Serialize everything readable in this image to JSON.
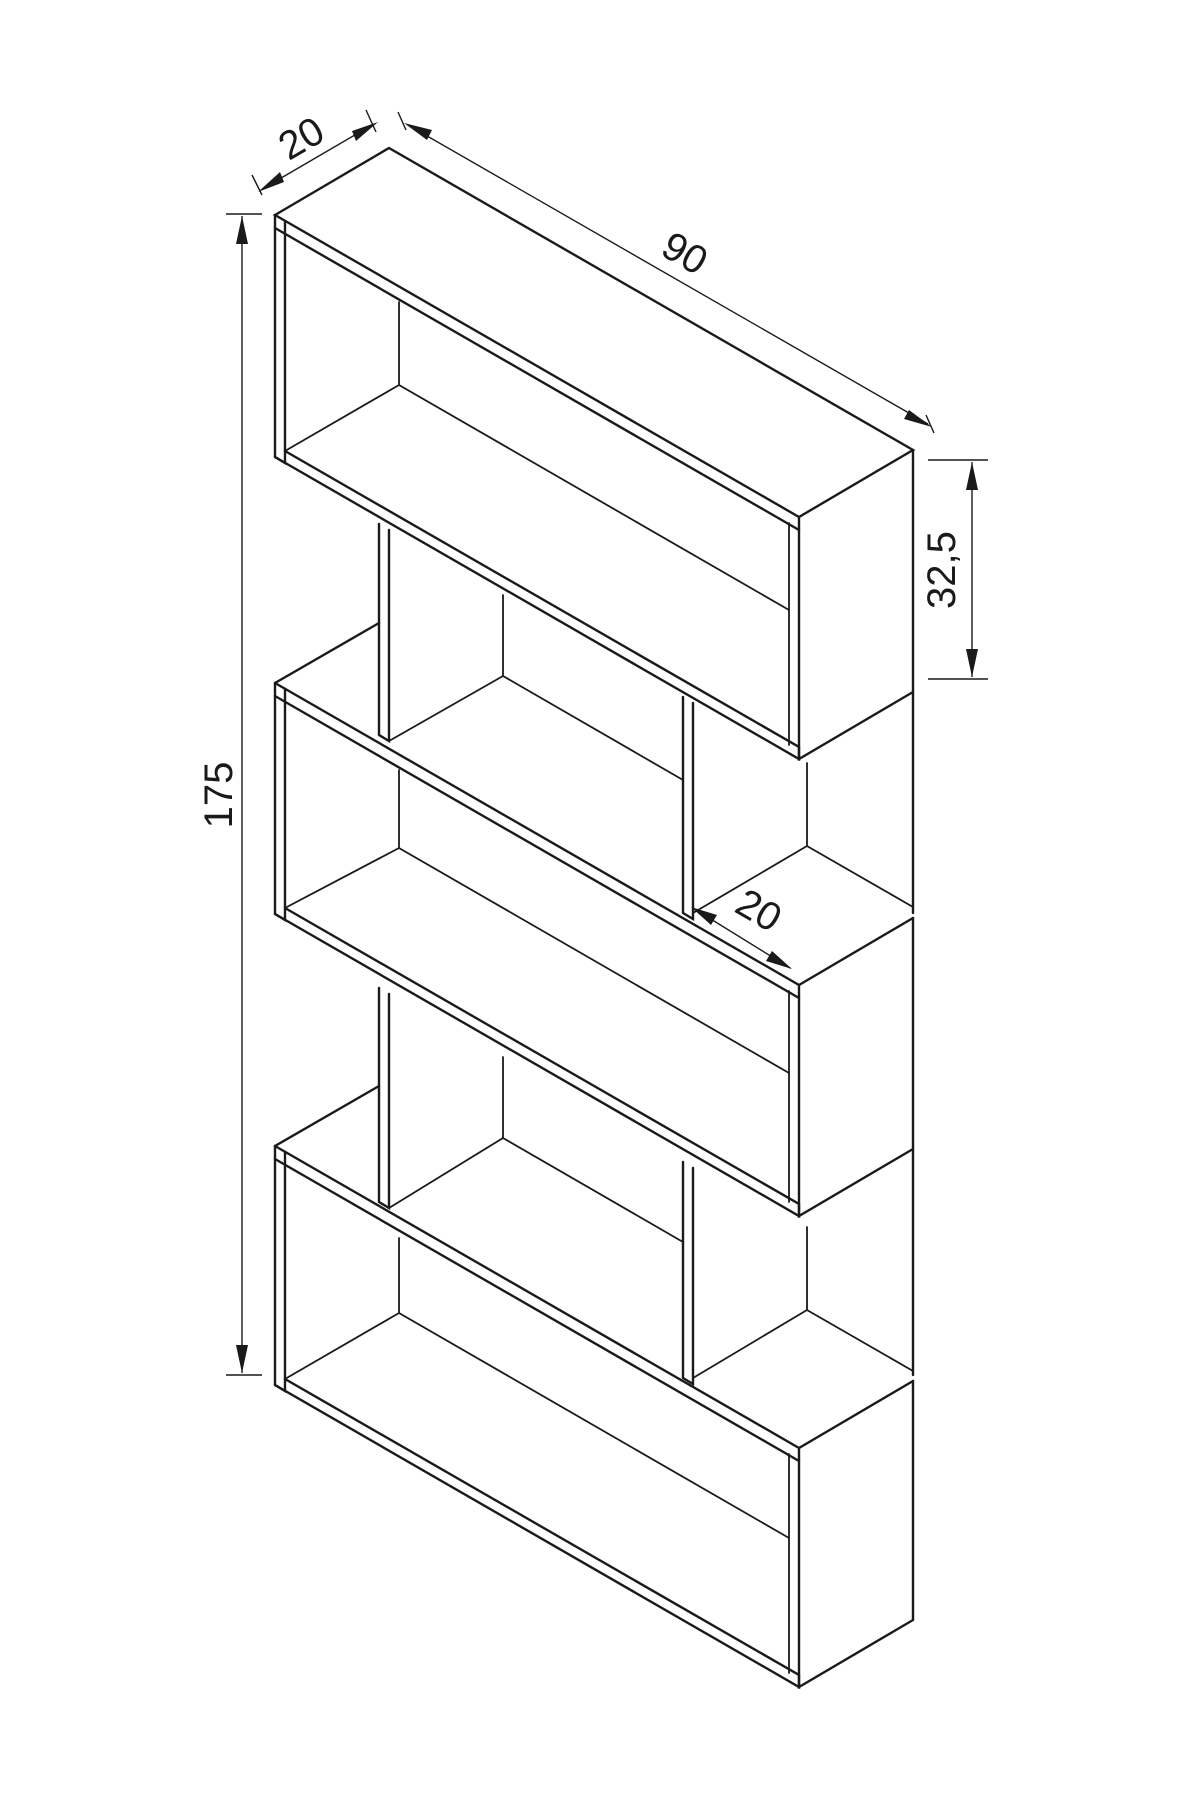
{
  "dimensions": {
    "depth_top": "20",
    "width": "90",
    "compartment_height": "32,5",
    "total_height": "175",
    "depth_middle": "20"
  },
  "colors": {
    "line": "#1a1a1a",
    "background": "#ffffff"
  }
}
